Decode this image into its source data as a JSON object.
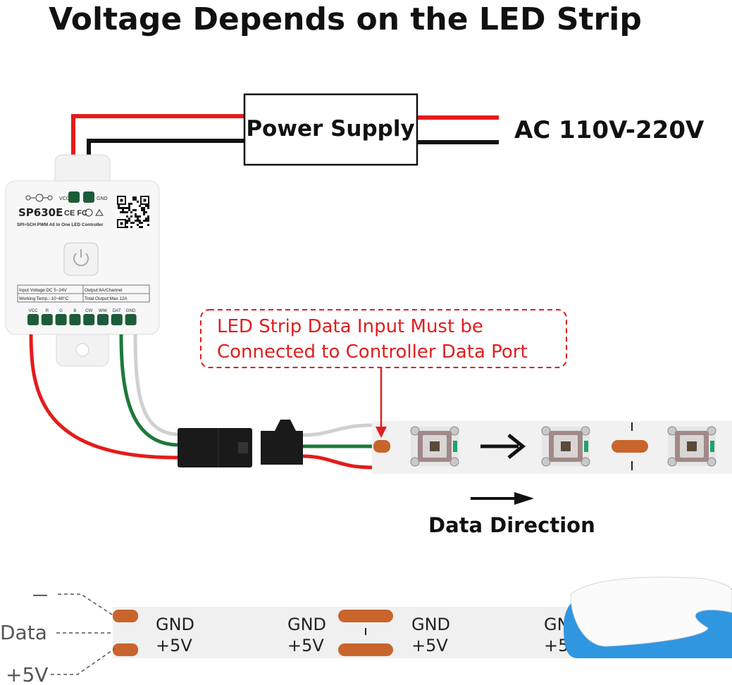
{
  "title": "Voltage Depends on the LED Strip",
  "power_supply": {
    "label": "Power Supply"
  },
  "ac_input": {
    "label": "AC 110V-220V"
  },
  "controller": {
    "model": "SP630E",
    "cert_marks": "CE FC",
    "subtitle": "SPI+5CH PWM All In One LED Controller",
    "power_port_labels": [
      "VCC",
      "GND"
    ],
    "specs": [
      [
        "Input Voltage:DC 5~24V",
        "Output:6A/Channel"
      ],
      [
        "Working Temp.:-10~60°C",
        "Total Output:Max 12A"
      ]
    ],
    "output_ports": [
      "VCC",
      "R",
      "G",
      "B",
      "CW",
      "WW",
      "DAT",
      "GND"
    ]
  },
  "callout": {
    "line1": "LED Strip Data Input Must be",
    "line2": "Connected to Controller Data Port",
    "color": "#e01e1e"
  },
  "data_direction": {
    "label": "Data Direction"
  },
  "strip_pads": [
    {
      "top": "GND",
      "bottom": "+5V"
    },
    {
      "top": "GND",
      "bottom": "+5V"
    },
    {
      "top": "GND",
      "bottom": "+5V"
    },
    {
      "top": "GN",
      "bottom": "+5"
    }
  ],
  "side_labels": {
    "minus": "—",
    "data": "Data",
    "plus": "+5V"
  },
  "colors": {
    "red_wire": "#e41b1b",
    "black_wire": "#111111",
    "green_wire": "#1c7a3a",
    "white_wire": "#cfcfcf",
    "pad": "#c8652c",
    "backing_blue": "#2f96e0"
  }
}
